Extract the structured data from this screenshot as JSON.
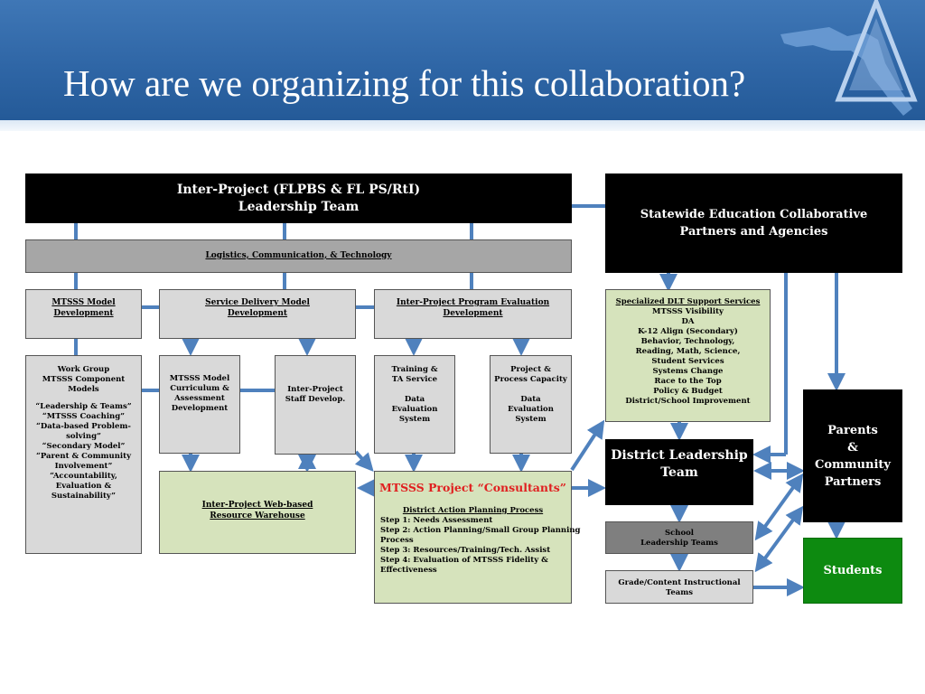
{
  "slide": {
    "title": "How are we organizing for this collaboration?"
  },
  "colors": {
    "header_blue": "#2f66a6",
    "connector_blue": "#4f81bd",
    "light_green": "#d6e3bc",
    "dark_green": "#0d8a10",
    "gray": "#d9d9d9"
  },
  "boxes": {
    "leadership_team": {
      "line1": "Inter-Project (FLPBS & FL PS/RtI)",
      "line2": "Leadership Team"
    },
    "statewide": {
      "line1": "Statewide Education Collaborative",
      "line2": "Partners and Agencies"
    },
    "logistics": {
      "label": "Logistics, Communication, & Technology"
    },
    "model_dev": {
      "line1": "MTSSS Model",
      "line2": "Development"
    },
    "service_delivery": {
      "line1": "Service Delivery Model",
      "line2": "Development"
    },
    "program_eval": {
      "line1": "Inter-Project Program Evaluation",
      "line2": "Development"
    },
    "dlt_support": {
      "title": "Specialized DLT Support Services",
      "items": [
        "MTSSS Visibility",
        "DA",
        "K-12 Align (Secondary)",
        "Behavior, Technology,",
        "Reading, Math, Science,",
        "Student Services",
        "Systems Change",
        "Race to the Top",
        "Policy & Budget",
        "District/School Improvement"
      ]
    },
    "work_group": {
      "title1": "Work Group",
      "title2": "MTSSS Component",
      "title3": "Models",
      "items": [
        "“Leadership & Teams”",
        "“MTSSS Coaching”",
        "“Data-based Problem-",
        "solving”",
        "“Secondary Model”",
        "“Parent & Community",
        "Involvement”",
        "“Accountability,",
        "Evaluation &",
        "Sustainability”"
      ]
    },
    "curriculum": {
      "lines": [
        "MTSSS Model",
        "Curriculum  &",
        "Assessment",
        "Development"
      ]
    },
    "staff_dev": {
      "lines": [
        "Inter-Project",
        "Staff Develop."
      ]
    },
    "training": {
      "lines": [
        "Training &",
        "TA Service",
        "",
        "Data",
        "Evaluation",
        "System"
      ]
    },
    "capacity": {
      "lines": [
        "Project &",
        "Process Capacity",
        "",
        "Data",
        "Evaluation",
        "System"
      ]
    },
    "warehouse": {
      "line1": "Inter-Project Web-based",
      "line2": "Resource Warehouse"
    },
    "consultants": {
      "title": "MTSSS Project “Consultants”",
      "subtitle": "District Action Planning Process",
      "steps": [
        "Step 1:  Needs Assessment",
        "Step 2: Action Planning/Small Group Planning",
        "Process",
        "Step 3: Resources/Training/Tech. Assist",
        "Step 4: Evaluation of MTSSS Fidelity &",
        "Effectiveness"
      ]
    },
    "district_team": {
      "line1": "District Leadership",
      "line2": "Team"
    },
    "school_teams": {
      "line1": "School",
      "line2": "Leadership Teams"
    },
    "grade_teams": {
      "line1": "Grade/Content Instructional",
      "line2": "Teams"
    },
    "parents": {
      "line1": "Parents",
      "line2": "&",
      "line3": "Community",
      "line4": "Partners"
    },
    "students": {
      "label": "Students"
    }
  }
}
